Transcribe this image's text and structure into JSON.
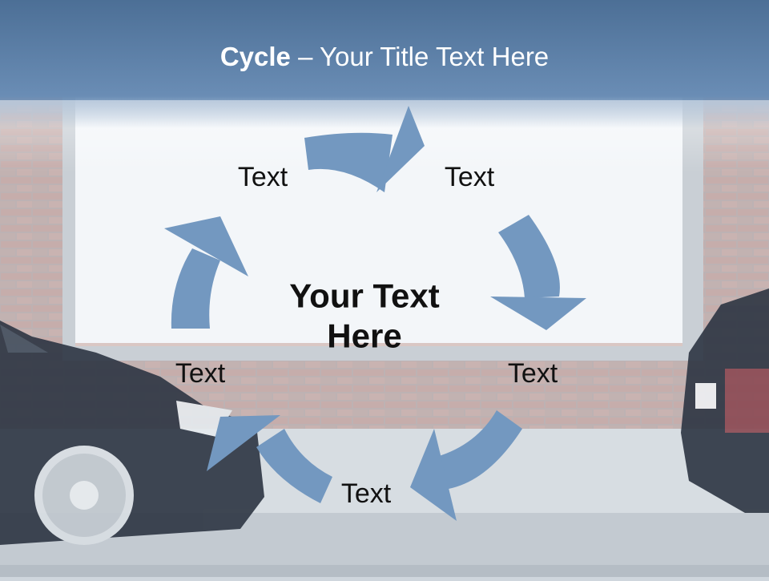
{
  "title": {
    "bold": "Cycle",
    "rest": " – Your Title Text Here"
  },
  "center_text": {
    "line1": "Your Text",
    "line2": "Here"
  },
  "labels": [
    "Text",
    "Text",
    "Text",
    "Text",
    "Text"
  ],
  "colors": {
    "arrow": "#7398c0",
    "header": "#5b7fa8",
    "board": "#f3f6f9"
  }
}
